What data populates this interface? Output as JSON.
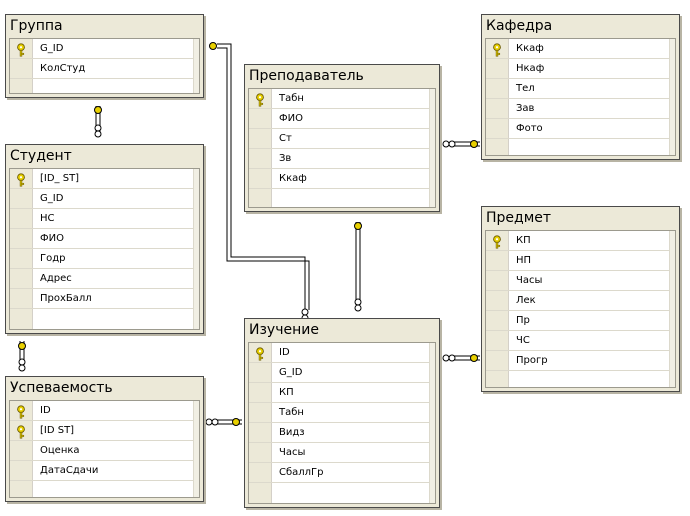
{
  "tables": {
    "gruppa": {
      "name": "Группа",
      "fields": [
        {
          "name": "G_ID",
          "pk": true
        },
        {
          "name": "КолСтуд",
          "pk": false
        }
      ]
    },
    "kafedra": {
      "name": "Кафедра",
      "fields": [
        {
          "name": "Ккаф",
          "pk": true
        },
        {
          "name": "Нкаф",
          "pk": false
        },
        {
          "name": "Тел",
          "pk": false
        },
        {
          "name": "Зав",
          "pk": false
        },
        {
          "name": "Фото",
          "pk": false
        }
      ]
    },
    "prepodavatel": {
      "name": "Преподаватель",
      "fields": [
        {
          "name": "Табн",
          "pk": true
        },
        {
          "name": "ФИО",
          "pk": false
        },
        {
          "name": "Ст",
          "pk": false
        },
        {
          "name": "Зв",
          "pk": false
        },
        {
          "name": "Ккаф",
          "pk": false
        }
      ]
    },
    "student": {
      "name": "Студент",
      "fields": [
        {
          "name": "[ID_ ST]",
          "pk": true
        },
        {
          "name": "G_ID",
          "pk": false
        },
        {
          "name": "НС",
          "pk": false
        },
        {
          "name": "ФИО",
          "pk": false
        },
        {
          "name": "Годр",
          "pk": false
        },
        {
          "name": "Адрес",
          "pk": false
        },
        {
          "name": "ПрохБалл",
          "pk": false
        }
      ]
    },
    "predmet": {
      "name": "Предмет",
      "fields": [
        {
          "name": "КП",
          "pk": true
        },
        {
          "name": "НП",
          "pk": false
        },
        {
          "name": "Часы",
          "pk": false
        },
        {
          "name": "Лек",
          "pk": false
        },
        {
          "name": "Пр",
          "pk": false
        },
        {
          "name": "ЧС",
          "pk": false
        },
        {
          "name": "Прогр",
          "pk": false
        }
      ]
    },
    "izuchenie": {
      "name": "Изучение",
      "fields": [
        {
          "name": "ID",
          "pk": true
        },
        {
          "name": "G_ID",
          "pk": false
        },
        {
          "name": "КП",
          "pk": false
        },
        {
          "name": "Табн",
          "pk": false
        },
        {
          "name": "Видз",
          "pk": false
        },
        {
          "name": "Часы",
          "pk": false
        },
        {
          "name": "СбаллГр",
          "pk": false
        }
      ]
    },
    "uspevaemost": {
      "name": "Успеваемость",
      "fields": [
        {
          "name": "ID",
          "pk": true
        },
        {
          "name": "[ID ST]",
          "pk": true
        },
        {
          "name": "Оценка",
          "pk": false
        },
        {
          "name": "ДатаСдачи",
          "pk": false
        }
      ]
    }
  },
  "colors": {
    "title_bar": "#ece9d8",
    "border": "#4a4a4a",
    "key": "#e8d000",
    "link": "#000000"
  }
}
